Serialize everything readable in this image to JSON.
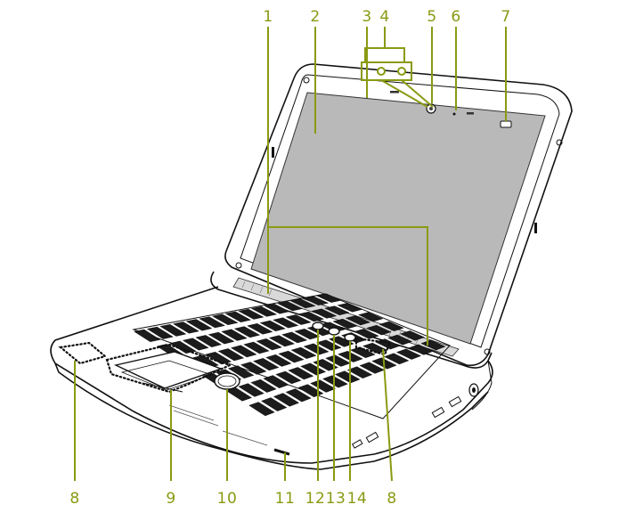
{
  "callouts": {
    "top": [
      {
        "id": "1",
        "label": "1"
      },
      {
        "id": "2",
        "label": "2"
      },
      {
        "id": "3",
        "label": "3"
      },
      {
        "id": "4",
        "label": "4"
      },
      {
        "id": "5",
        "label": "5"
      },
      {
        "id": "6",
        "label": "6"
      },
      {
        "id": "7",
        "label": "7"
      }
    ],
    "bottom": [
      {
        "id": "8a",
        "label": "8"
      },
      {
        "id": "9",
        "label": "9"
      },
      {
        "id": "10",
        "label": "10"
      },
      {
        "id": "11",
        "label": "11"
      },
      {
        "id": "12",
        "label": "12"
      },
      {
        "id": "13",
        "label": "13"
      },
      {
        "id": "14",
        "label": "14"
      },
      {
        "id": "8b",
        "label": "8"
      }
    ]
  },
  "colors": {
    "callout": "#8a9a12",
    "screen": "#b9b9b9",
    "line": "#111111",
    "body": "#ffffff"
  }
}
